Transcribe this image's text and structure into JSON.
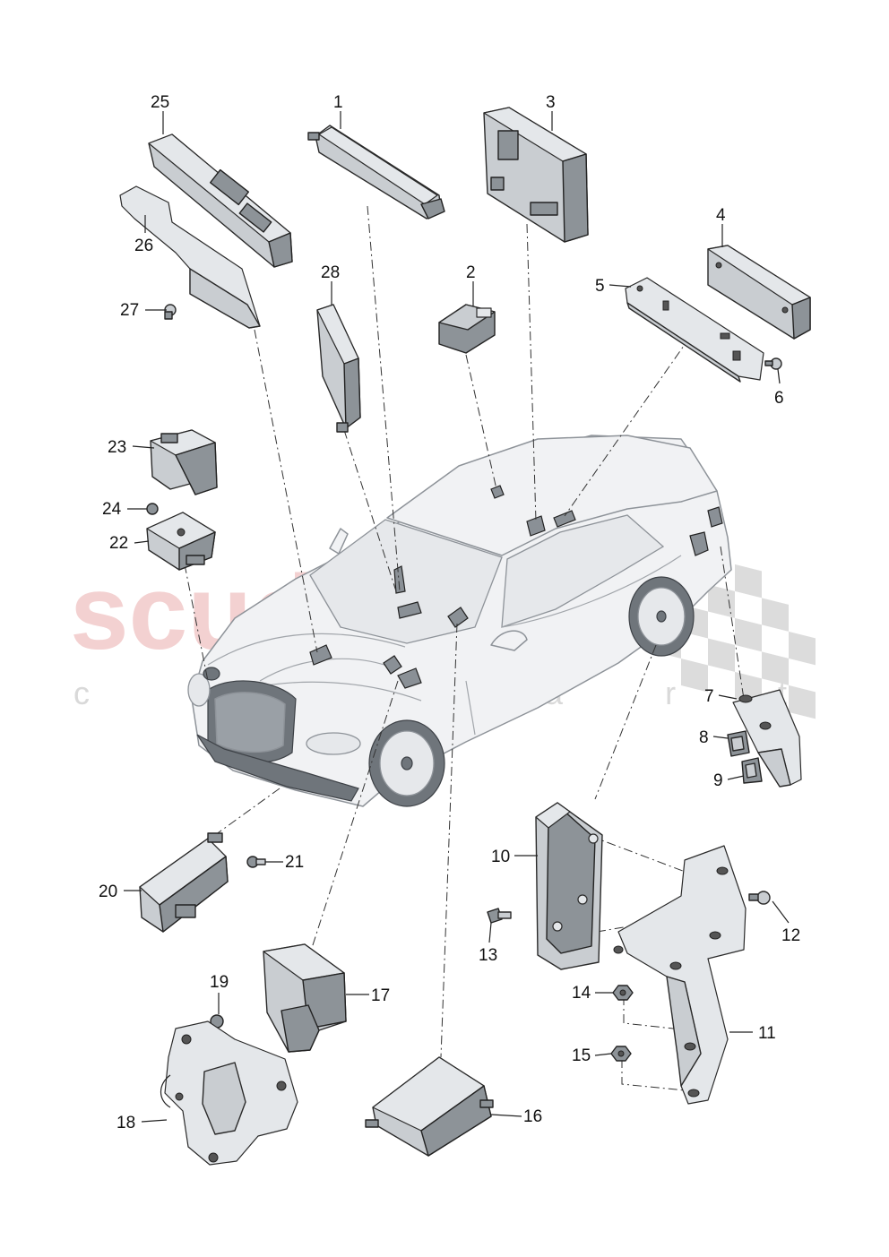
{
  "watermark": {
    "main": "scuderia",
    "sub": "c a r p a r t s"
  },
  "callouts": {
    "p1": "1",
    "p2": "2",
    "p3": "3",
    "p4": "4",
    "p5": "5",
    "p6": "6",
    "p7": "7",
    "p8": "8",
    "p9": "9",
    "p10": "10",
    "p11": "11",
    "p12": "12",
    "p13": "13",
    "p14": "14",
    "p15": "15",
    "p16": "16",
    "p17": "17",
    "p18": "18",
    "p19": "19",
    "p20": "20",
    "p21": "21",
    "p22": "22",
    "p23": "23",
    "p24": "24",
    "p25": "25",
    "p26": "26",
    "p27": "27",
    "p28": "28"
  },
  "colors": {
    "watermark_red": "#f2c9c9",
    "part_grey": "#c9cdd1",
    "outline": "#2a2a2a"
  }
}
